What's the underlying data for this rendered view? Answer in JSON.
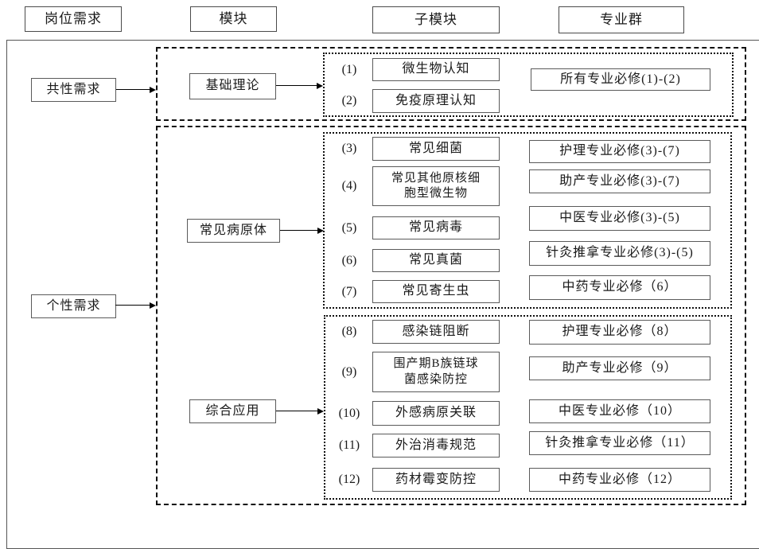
{
  "headers": [
    "岗位需求",
    "模块",
    "子模块",
    "专业群"
  ],
  "common": {
    "need": "共性需求",
    "module": "基础理论",
    "subs": [
      {
        "num": "(1)",
        "label": "微生物认知"
      },
      {
        "num": "(2)",
        "label": "免疫原理认知"
      }
    ],
    "group": "所有专业必修(1)-(2)"
  },
  "individual": {
    "need": "个性需求",
    "pathogens": {
      "module": "常见病原体",
      "subs": [
        {
          "num": "(3)",
          "label": "常见细菌"
        },
        {
          "num": "(4)",
          "label": "常见其他原核细\n胞型微生物"
        },
        {
          "num": "(5)",
          "label": "常见病毒"
        },
        {
          "num": "(6)",
          "label": "常见真菌"
        },
        {
          "num": "(7)",
          "label": "常见寄生虫"
        }
      ],
      "groups": [
        "护理专业必修(3)-(7)",
        "助产专业必修(3)-(7)",
        "中医专业必修(3)-(5)",
        "针灸推拿专业必修(3)-(5)",
        "中药专业必修（6）"
      ]
    },
    "applications": {
      "module": "综合应用",
      "subs": [
        {
          "num": "(8)",
          "label": "感染链阻断"
        },
        {
          "num": "(9)",
          "label": "围产期B族链球\n菌感染防控"
        },
        {
          "num": "(10)",
          "label": "外感病原关联"
        },
        {
          "num": "(11)",
          "label": "外治消毒规范"
        },
        {
          "num": "(12)",
          "label": "药材霉变防控"
        }
      ],
      "groups": [
        "护理专业必修（8）",
        "助产专业必修（9）",
        "中医专业必修（10）",
        "针灸推拿专业必修（11）",
        "中药专业必修（12）"
      ]
    }
  }
}
